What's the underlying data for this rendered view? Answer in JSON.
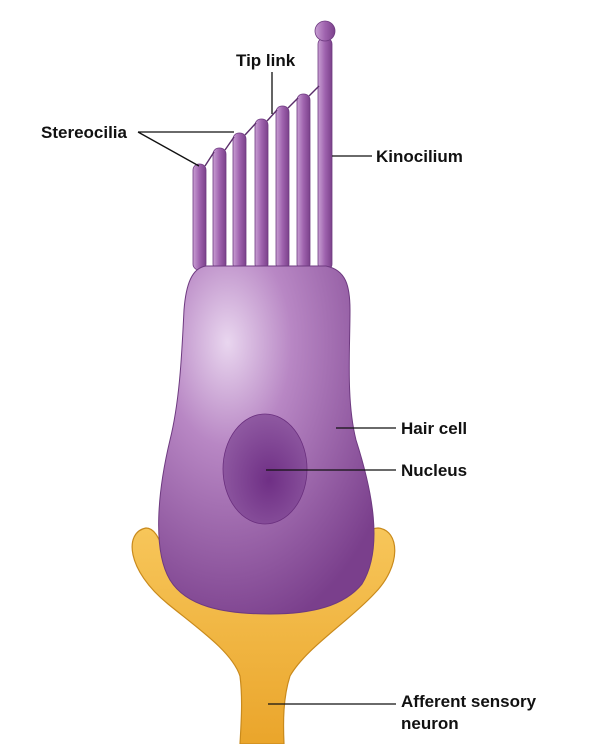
{
  "labels": {
    "tip_link": "Tip link",
    "stereocilia": "Stereocilia",
    "kinocilium": "Kinocilium",
    "hair_cell": "Hair cell",
    "nucleus": "Nucleus",
    "afferent_line1": "Afferent sensory",
    "afferent_line2": "neuron"
  },
  "colors": {
    "cell": "#9b5aa8",
    "cell_dark": "#6e3a80",
    "nucleus": "#7a3d8e",
    "neuron": "#f2b43a",
    "neuron_dark": "#c98a1c",
    "label": "#111111"
  }
}
